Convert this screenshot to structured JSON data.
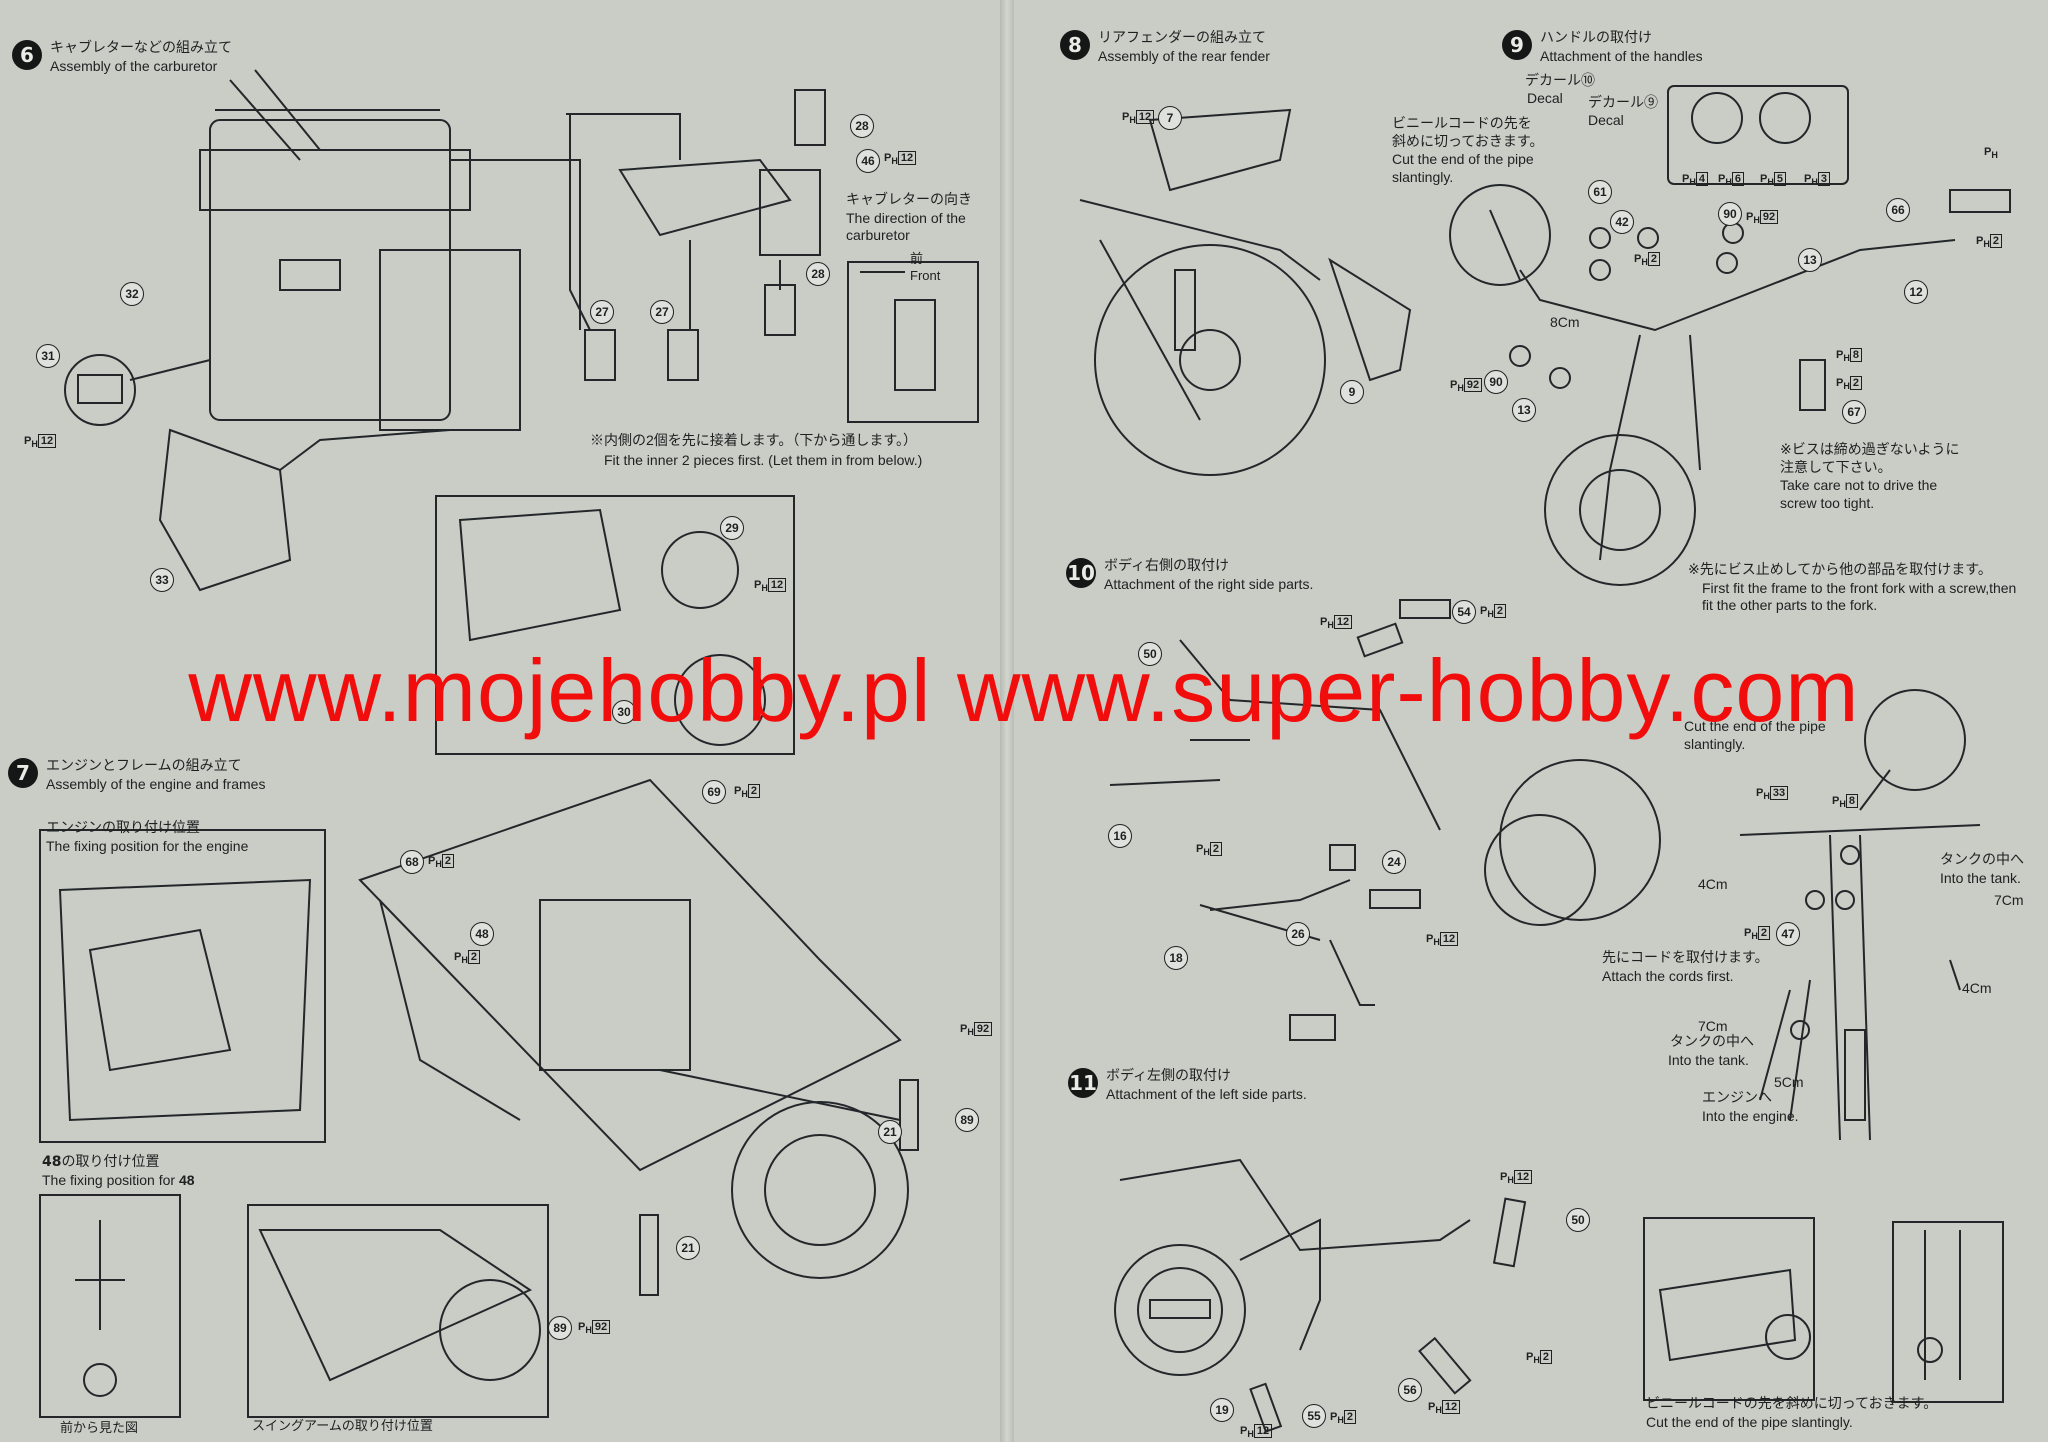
{
  "sections": {
    "s6": {
      "num": "6",
      "jp": "キャブレターなどの組み立て",
      "en": "Assembly of the carburetor"
    },
    "s7": {
      "num": "7",
      "jp": "エンジンとフレームの組み立て",
      "en": "Assembly of the engine and frames"
    },
    "s8": {
      "num": "8",
      "jp": "リアフェンダーの組み立て",
      "en": "Assembly of the rear fender"
    },
    "s9": {
      "num": "9",
      "jp": "ハンドルの取付け",
      "en": "Attachment of the handles"
    },
    "s10": {
      "num": "10",
      "jp": "ボディ右側の取付け",
      "en": "Attachment of the right side parts."
    },
    "s11": {
      "num": "11",
      "jp": "ボディ左側の取付け",
      "en": "Attachment of the left side parts."
    }
  },
  "notes": {
    "carb_dir_jp": "キャブレターの向き",
    "carb_dir_en": "The direction of the carburetor",
    "front_jp": "前",
    "front_en": "Front",
    "inner_jp": "※内側の2個を先に接着します。（下から通します。）",
    "inner_en": "Fit the inner 2 pieces first. (Let them in from below.)",
    "engine_pos_jp": "エンジンの取り付け位置",
    "engine_pos_en": "The fixing position for the engine",
    "p48_pos_jp": "の取り付け位置",
    "p48_pos_en": "The fixing position for",
    "front_view_jp": "前から見た図",
    "swing_jp": "スイングアームの取り付け位置",
    "decal10_jp": "デカール⑩",
    "decal9_jp": "デカール⑨",
    "decal_en": "Decal",
    "vinyl_jp": "ビニールコードの先を斜めに切っておきます。",
    "vinyl_en": "Cut the end of the pipe slantingly.",
    "vinyl2_jp": "ビニールコードの先を",
    "vinyl2_jp2": "斜めに切っておきます。",
    "vinyl2_en1": "Cut the end of the pipe",
    "vinyl2_en2": "slantingly.",
    "len_8cm": "8Cm",
    "len_4cm": "4Cm",
    "len_7cm": "7Cm",
    "len_5cm": "5Cm",
    "screw_jp": "※ビスは締め過ぎないように",
    "screw_jp2": "注意して下さい。",
    "screw_en": "Take care not to drive the",
    "screw_en2": "screw too tight.",
    "frame_jp": "※先にビス止めしてから他の部品を取付けます。",
    "frame_en": "First fit the frame to the front fork with a screw,then",
    "frame_en2": "fit the other parts to the fork.",
    "tank_jp": "タンクの中へ",
    "tank_en": "Into the tank.",
    "cords_jp": "先にコードを取付けます。",
    "cords_en": "Attach the cords first.",
    "engine_in_jp": "エンジンへ",
    "engine_in_en": "Into the engine.",
    "vinyl3_jp": "ビニールコードの先を斜めに切っておきます。",
    "vinyl3_en": "Cut the end of the pipe slantingly."
  },
  "paint_prefix": "P",
  "paint_sub": "H",
  "watermark": "www.mojehobby.pl www.super-hobby.com",
  "parts": {
    "p6": [
      "28",
      "46",
      "27",
      "27",
      "28",
      "32",
      "31",
      "33",
      "29",
      "30"
    ],
    "p7": [
      "69",
      "68",
      "48",
      "21",
      "21",
      "89",
      "89",
      "48"
    ],
    "p8": [
      "7",
      "9"
    ],
    "p9": [
      "61",
      "42",
      "90",
      "13",
      "66",
      "12",
      "13",
      "90",
      "67"
    ],
    "p10": [
      "50",
      "54",
      "16",
      "24",
      "26",
      "18"
    ],
    "p11": [
      "50",
      "19",
      "55",
      "56"
    ]
  },
  "paints": {
    "p12": "12",
    "p2": "2",
    "p92": "92",
    "p4": "4",
    "p6": "6",
    "p5": "5",
    "p3": "3",
    "p8": "8",
    "p33": "33"
  }
}
